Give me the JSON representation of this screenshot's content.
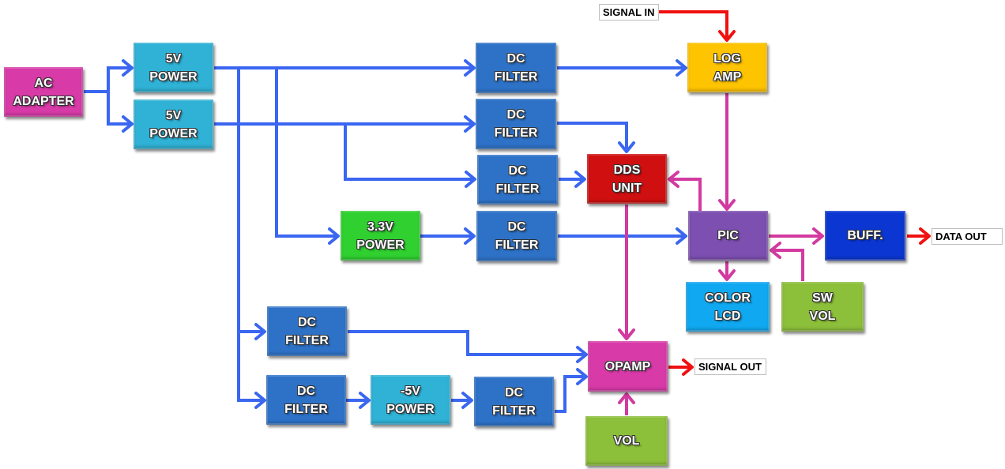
{
  "diagram": {
    "colors": {
      "power_wire": "#3a66f0",
      "signal_wire": "#d23aa0",
      "io_wire": "#f01010",
      "ac_adapter": "#d83aa8",
      "power_5v": "#2fb2d6",
      "dc_filter": "#2e72c8",
      "log_amp": "#ffc400",
      "dds_unit": "#d01010",
      "power_3v3": "#30d030",
      "pic": "#7c4fb0",
      "buff": "#0b36d2",
      "color_lcd": "#10a8f0",
      "sw_vol": "#8cbf3a",
      "opamp": "#d83aa8",
      "vol": "#8cbf3a",
      "neg_5v_power": "#2fb2d6"
    },
    "blocks": {
      "ac_adapter": "AC\nADAPTER",
      "power_5v_1": "5V\nPOWER",
      "power_5v_2": "5V\nPOWER",
      "dc_filter_1": "DC\nFILTER",
      "dc_filter_2": "DC\nFILTER",
      "dc_filter_3": "DC\nFILTER",
      "dc_filter_4": "DC\nFILTER",
      "dc_filter_5": "DC\nFILTER",
      "dc_filter_6": "DC\nFILTER",
      "dc_filter_7": "DC\nFILTER",
      "log_amp": "LOG\nAMP",
      "dds_unit": "DDS\nUNIT",
      "power_3v3": "3.3V\nPOWER",
      "pic": "PIC",
      "buff": "BUFF.",
      "color_lcd": "COLOR\nLCD",
      "sw_vol": "SW\nVOL",
      "opamp": "OPAMP",
      "vol": "VOL",
      "neg_5v_power": "-5V\nPOWER"
    },
    "io_labels": {
      "signal_in": "SIGNAL IN",
      "data_out": "DATA OUT",
      "signal_out": "SIGNAL OUT"
    },
    "connections": [
      {
        "from": "ac_adapter",
        "to": "power_5v_1",
        "type": "power"
      },
      {
        "from": "ac_adapter",
        "to": "power_5v_2",
        "type": "power"
      },
      {
        "from": "power_5v_1",
        "to": "dc_filter_1",
        "type": "power"
      },
      {
        "from": "power_5v_1",
        "to": "power_3v3",
        "type": "power"
      },
      {
        "from": "power_5v_1",
        "to": "dc_filter_5",
        "type": "power"
      },
      {
        "from": "power_5v_1",
        "to": "dc_filter_6",
        "type": "power"
      },
      {
        "from": "power_5v_2",
        "to": "dc_filter_2",
        "type": "power"
      },
      {
        "from": "power_5v_2",
        "to": "dc_filter_3",
        "type": "power"
      },
      {
        "from": "dc_filter_1",
        "to": "log_amp",
        "type": "power"
      },
      {
        "from": "dc_filter_2",
        "to": "dds_unit",
        "type": "power"
      },
      {
        "from": "dc_filter_3",
        "to": "dds_unit",
        "type": "power"
      },
      {
        "from": "power_3v3",
        "to": "dc_filter_4",
        "type": "power"
      },
      {
        "from": "dc_filter_4",
        "to": "pic",
        "type": "power"
      },
      {
        "from": "dc_filter_5",
        "to": "opamp",
        "type": "power"
      },
      {
        "from": "dc_filter_6",
        "to": "neg_5v_power",
        "type": "power"
      },
      {
        "from": "neg_5v_power",
        "to": "dc_filter_7",
        "type": "power"
      },
      {
        "from": "dc_filter_7",
        "to": "opamp",
        "type": "power"
      },
      {
        "from": "signal_in",
        "to": "log_amp",
        "type": "io"
      },
      {
        "from": "log_amp",
        "to": "pic",
        "type": "signal"
      },
      {
        "from": "pic",
        "to": "dds_unit",
        "type": "signal"
      },
      {
        "from": "pic",
        "to": "buff",
        "type": "signal"
      },
      {
        "from": "pic",
        "to": "color_lcd",
        "type": "signal"
      },
      {
        "from": "sw_vol",
        "to": "pic",
        "type": "signal"
      },
      {
        "from": "dds_unit",
        "to": "opamp",
        "type": "signal"
      },
      {
        "from": "vol",
        "to": "opamp",
        "type": "signal"
      },
      {
        "from": "buff",
        "to": "data_out",
        "type": "io"
      },
      {
        "from": "opamp",
        "to": "signal_out",
        "type": "io"
      }
    ]
  }
}
